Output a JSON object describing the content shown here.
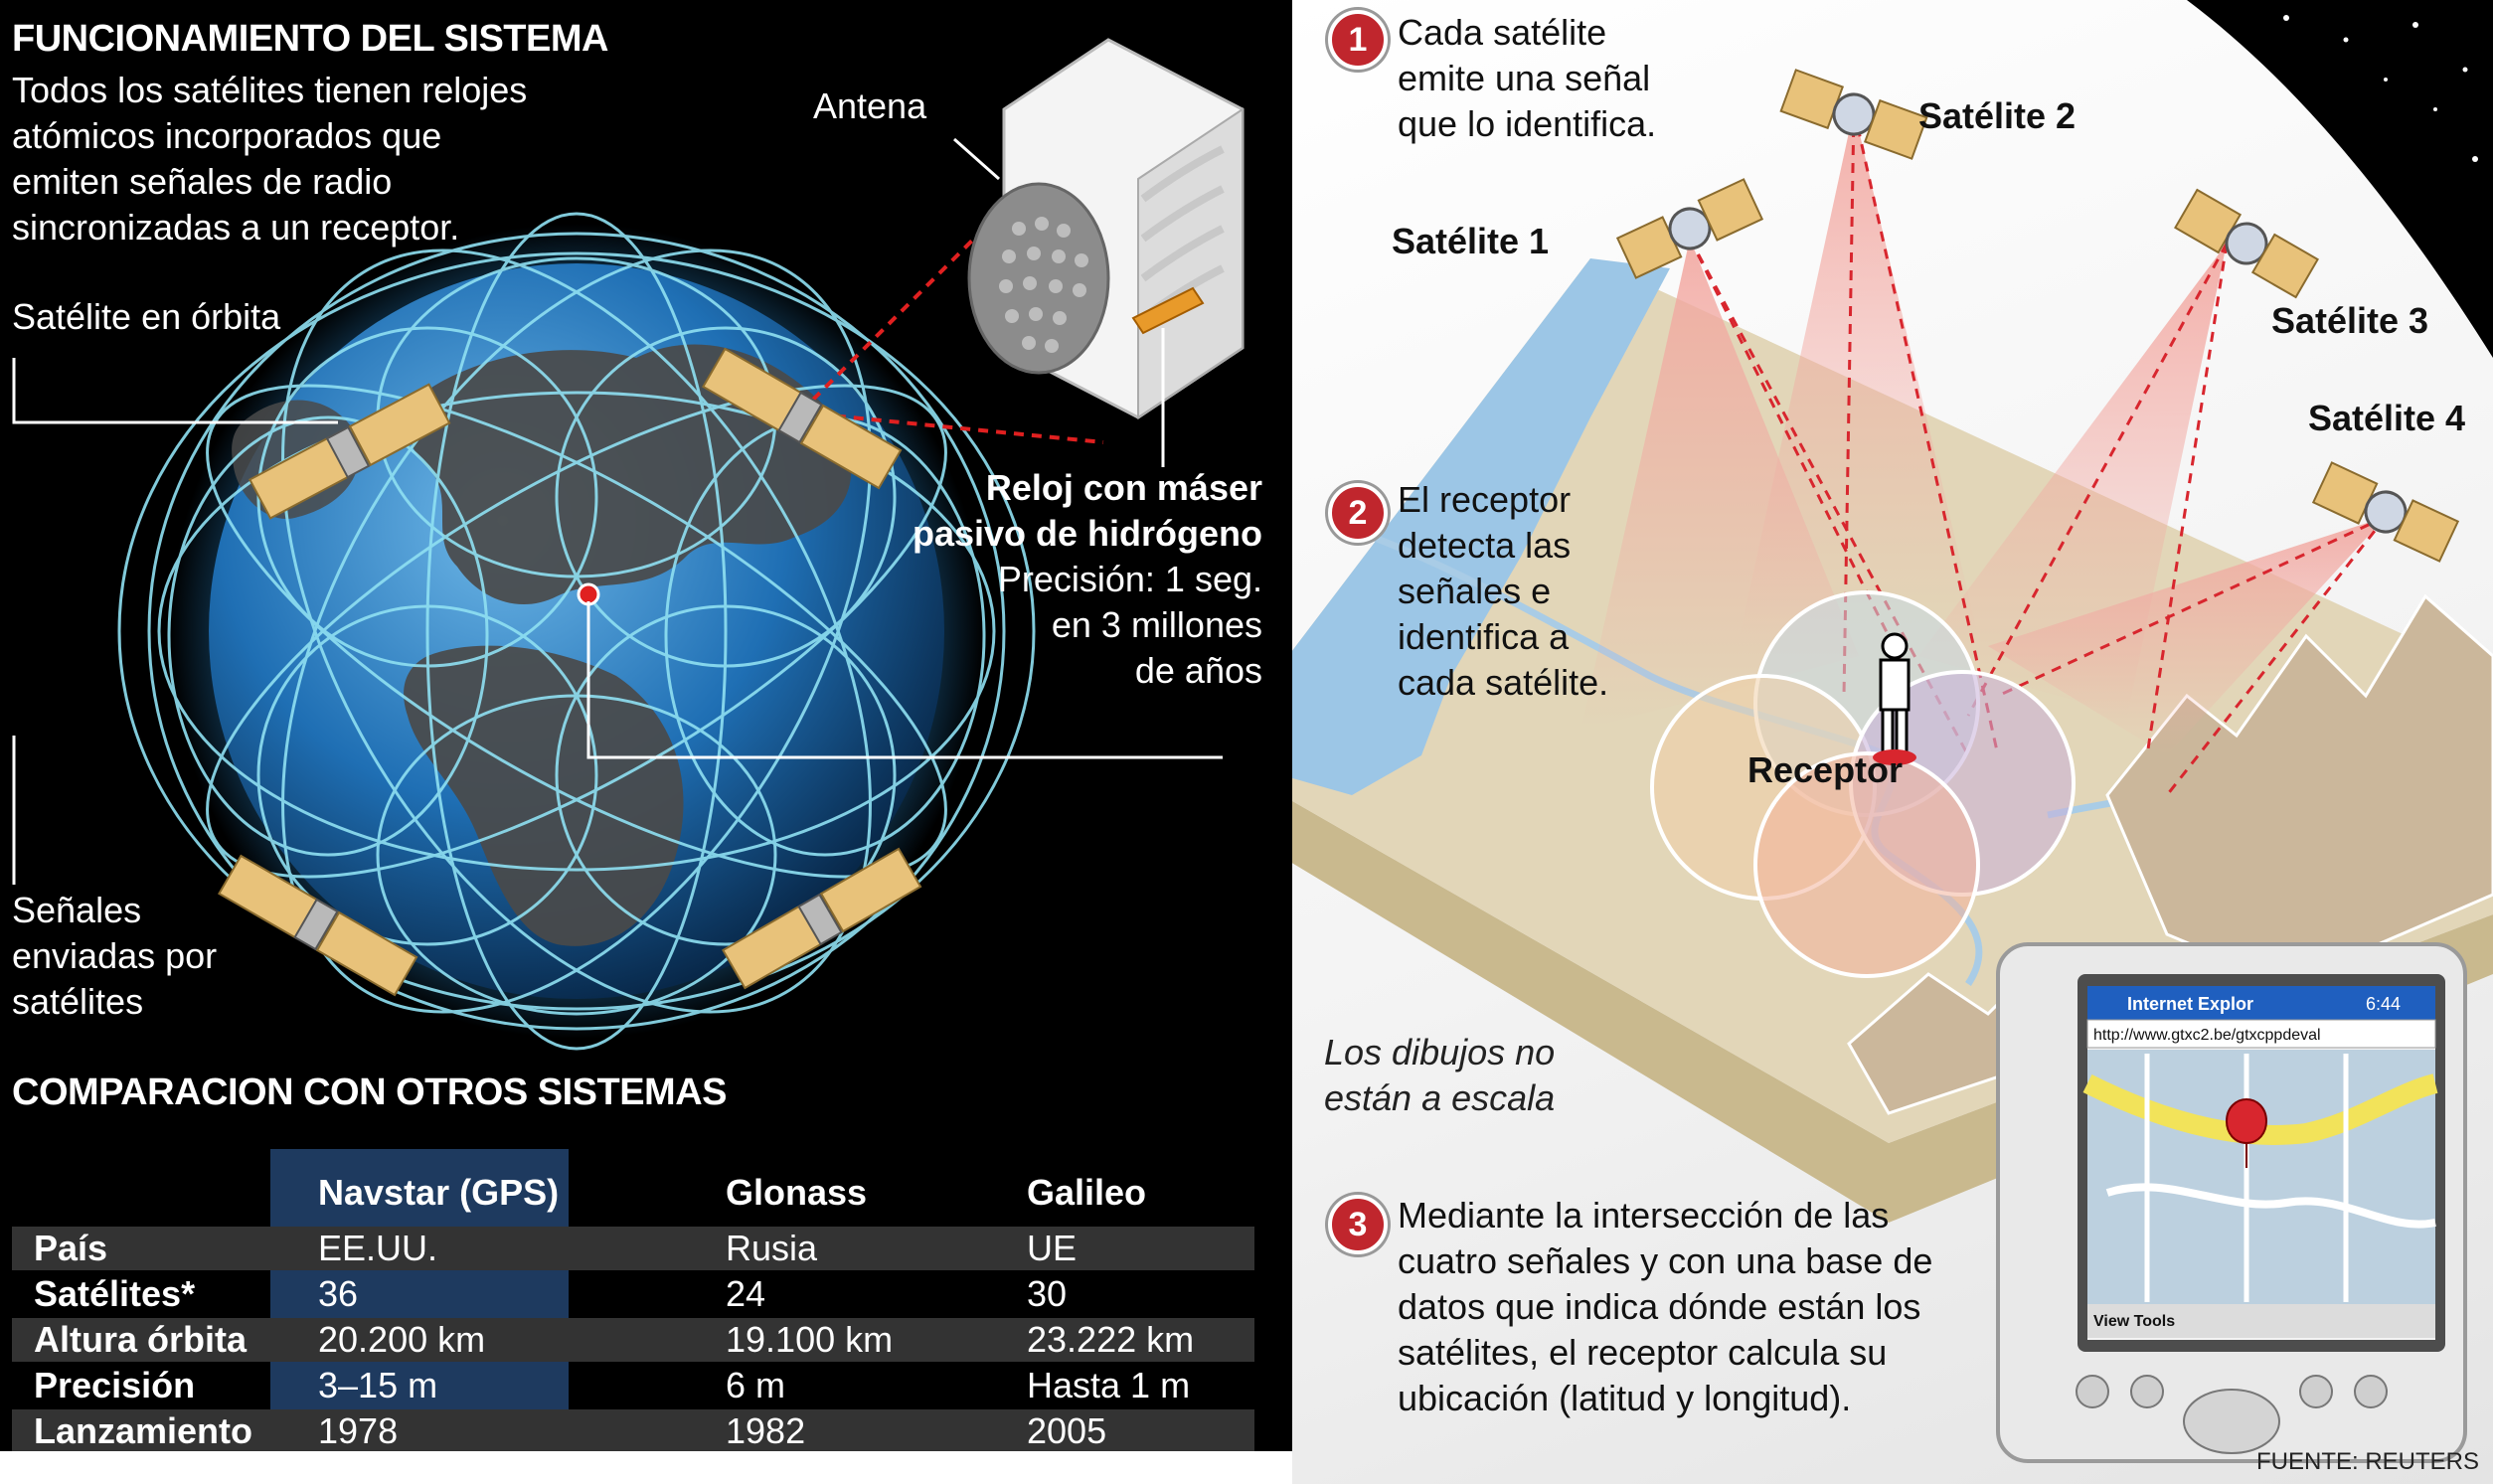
{
  "left": {
    "heading": "FUNCIONAMIENTO DEL SISTEMA",
    "intro_lines": [
      "Todos los satélites tienen relojes",
      "atómicos incorporados que",
      "emiten señales de radio",
      "sincronizadas a un receptor."
    ],
    "satellite_orbit_label": "Satélite en órbita",
    "signals_lines": [
      "Señales",
      "enviadas por",
      "satélites"
    ],
    "antenna_label": "Antena",
    "clock_title_lines": [
      "Reloj con máser",
      "pasivo de hidrógeno"
    ],
    "clock_detail_lines": [
      "Precisión: 1 seg.",
      "en 3 millones",
      "de años"
    ]
  },
  "comparison": {
    "heading": "COMPARACION CON OTROS SISTEMAS",
    "columns": [
      "Navstar (GPS)",
      "Glonass",
      "Galileo"
    ],
    "rows": [
      {
        "label": "País",
        "values": [
          "EE.UU.",
          "Rusia",
          "UE"
        ]
      },
      {
        "label": "Satélites*",
        "values": [
          "36",
          "24",
          "30"
        ]
      },
      {
        "label": "Altura órbita",
        "values": [
          "20.200 km",
          "19.100 km",
          "23.222 km"
        ]
      },
      {
        "label": "Precisión",
        "values": [
          "3–15 m",
          "6 m",
          "Hasta 1 m"
        ]
      },
      {
        "label": "Lanzamiento",
        "values": [
          "1978",
          "1982",
          "2005"
        ]
      }
    ]
  },
  "right": {
    "step1": {
      "number": "1",
      "lines": [
        "Cada satélite",
        "emite una señal",
        "que lo identifica."
      ]
    },
    "step2": {
      "number": "2",
      "lines": [
        "El receptor",
        "detecta las",
        "señales e",
        "identifica a",
        "cada satélite."
      ]
    },
    "step3": {
      "number": "3",
      "lines": [
        "Mediante la intersección de las",
        "cuatro señales y con una base de",
        "datos que indica dónde están los",
        "satélites, el receptor calcula  su",
        "ubicación (latitud y longitud)."
      ]
    },
    "satellites": [
      "Satélite 1",
      "Satélite 2",
      "Satélite 3",
      "Satélite 4"
    ],
    "receiver_label": "Receptor",
    "scale_note_lines": [
      "Los dibujos no",
      "están a escala"
    ],
    "pda_browser_title": "Internet Explor",
    "pda_time": "6:44",
    "pda_url": "http://www.gtxc2.be/gtxcppdeval",
    "pda_menu": "View  Tools",
    "source": "FUENTE: REUTERS"
  },
  "colors": {
    "signal_red": "#d8262e",
    "orbit_cyan": "#7fd8ee",
    "table_highlight": "#1e3a5f",
    "panel_gold": "#e8c27a",
    "terrain": "#e2d6b8",
    "water": "#9cc6e6"
  }
}
